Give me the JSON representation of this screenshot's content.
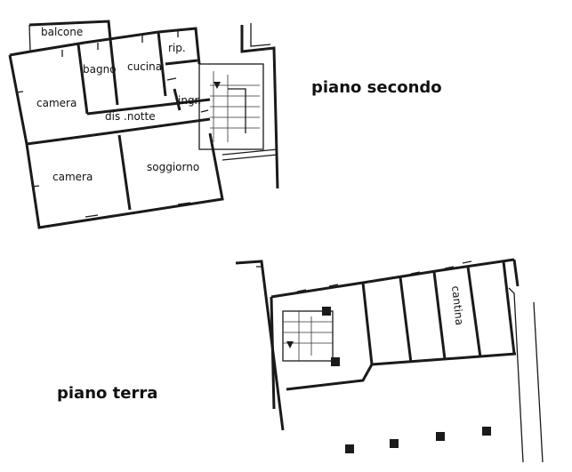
{
  "floors": {
    "second": {
      "title": "piano secondo",
      "rooms": {
        "balcone": "balcone",
        "bagno": "bagno",
        "cucina": "cucina",
        "rip": "rip.",
        "camera_top": "camera",
        "ingr": "ingr.",
        "dis_notte": "dis .notte",
        "camera_bottom": "camera",
        "soggiorno": "soggiorno"
      }
    },
    "ground": {
      "title": "piano terra",
      "rooms": {
        "cantina": "cantina"
      }
    }
  },
  "colors": {
    "ink": "#1a1a1a",
    "paper": "#ffffff"
  }
}
